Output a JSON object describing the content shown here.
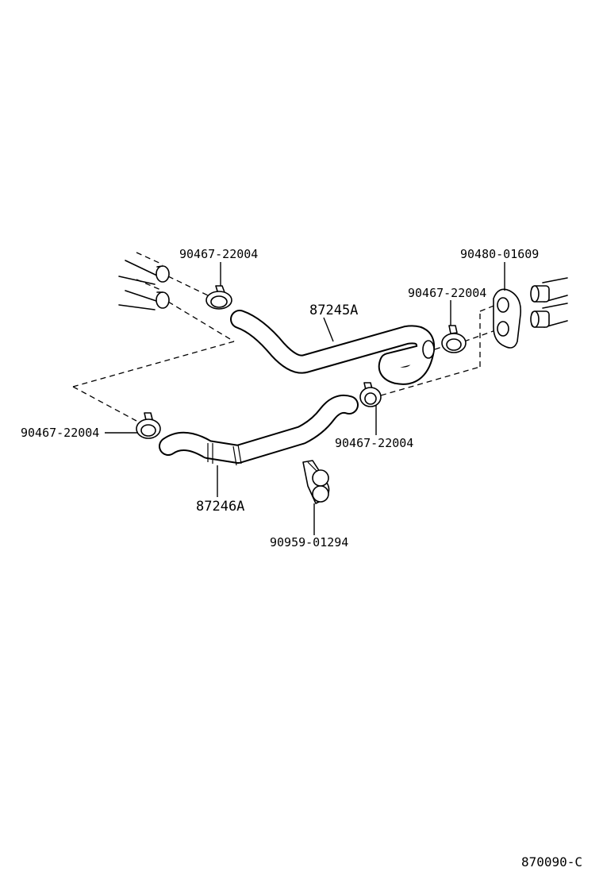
{
  "labels": {
    "clamp_top_left": "90467-22004",
    "plate": "90480-01609",
    "clamp_right": "90467-22004",
    "hose_upper": "87245A",
    "clamp_left": "90467-22004",
    "clamp_center": "90467-22004",
    "hose_lower": "87246A",
    "clip": "90959-01294",
    "diagram_code": "870090-C"
  }
}
